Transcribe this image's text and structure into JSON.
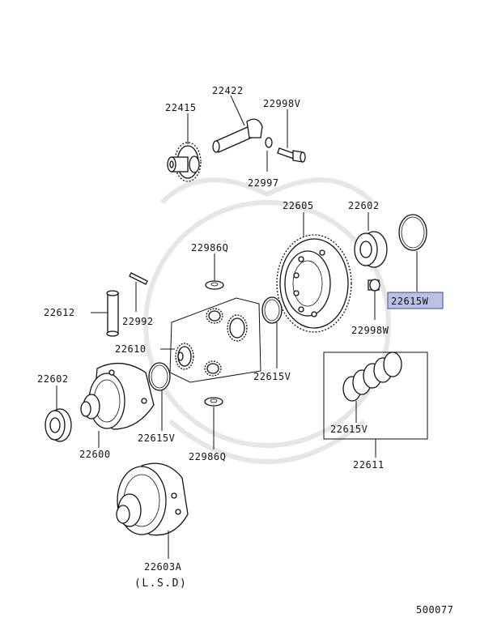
{
  "diagram": {
    "parts": {
      "p22415": "22415",
      "p22422": "22422",
      "p22998v": "22998V",
      "p22997": "22997",
      "p22605": "22605",
      "p22602_top": "22602",
      "p22986q_top": "22986Q",
      "p22615w": "22615W",
      "p22998w": "22998W",
      "p22612": "22612",
      "p22992": "22992",
      "p22610": "22610",
      "p22615v_mid": "22615V",
      "p22602_left": "22602",
      "p22600": "22600",
      "p22615v_left": "22615V",
      "p22986q_bottom": "22986Q",
      "p22615v_right": "22615V",
      "p22611": "22611",
      "p22603a": "22603A",
      "lsd": "(L.S.D)"
    },
    "diagram_code": "500077",
    "highlighted_part": "22615W",
    "highlight_color": "#b9c2e6"
  }
}
